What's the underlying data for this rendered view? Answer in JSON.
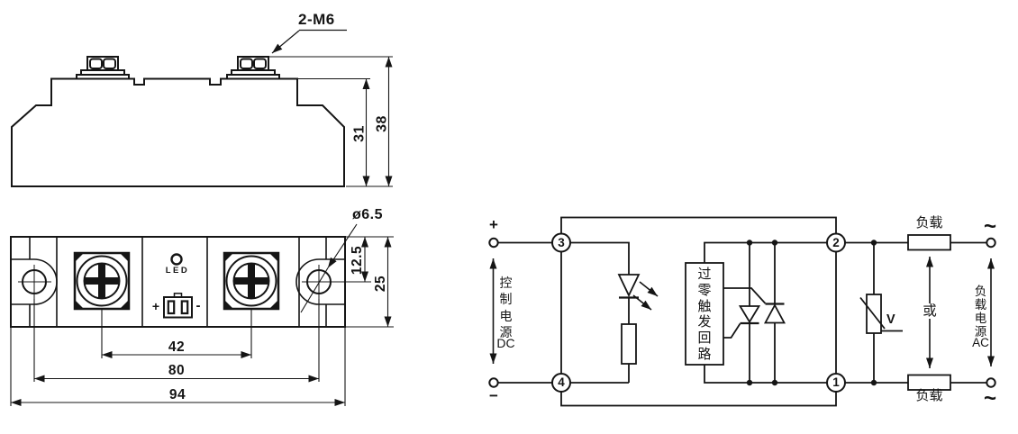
{
  "side_view": {
    "bolt_callout": "2-M6",
    "dim_inner_height": "31",
    "dim_total_height": "38"
  },
  "top_view": {
    "hole_callout": "ø6.5",
    "led_label": "LED",
    "connector_plus": "+",
    "connector_minus": "-",
    "dim_terminal_pitch": "42",
    "dim_hole_pitch": "80",
    "dim_overall_length": "94",
    "dim_hole_center_offset": "12.5",
    "dim_body_width": "25"
  },
  "circuit": {
    "input_plus": "+",
    "input_minus": "−",
    "control_supply_label": "控制电源",
    "control_supply_type": "DC",
    "terminal_3": "3",
    "terminal_4": "4",
    "terminal_2": "2",
    "terminal_1": "1",
    "trigger_box_label": "过零触发回路",
    "varistor_label": "V",
    "load_label_top": "负载",
    "load_label_bottom": "负载",
    "or_label": "或",
    "ac_symbol_top": "~",
    "ac_symbol_bottom": "~",
    "load_supply_label": "负载电源",
    "load_supply_type": "AC"
  },
  "colors": {
    "ink": "#151515",
    "background": "#ffffff"
  }
}
